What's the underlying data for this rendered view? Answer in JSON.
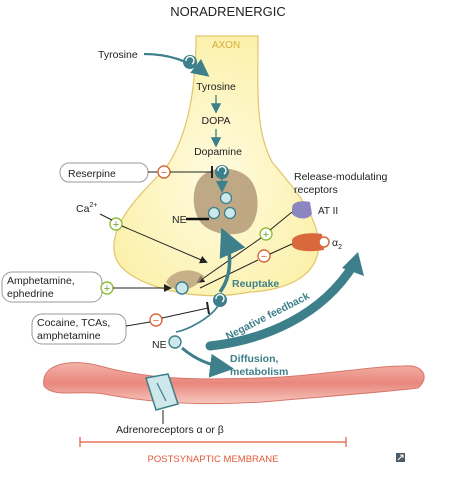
{
  "title": "NORADRENERGIC",
  "axon_label": "AXON",
  "tyrosine_outside": "Tyrosine",
  "pathway": [
    "Tyrosine",
    "DOPA",
    "Dopamine"
  ],
  "drugs": {
    "reserpine": "Reserpine",
    "amphetamine_line1": "Amphetamine,",
    "amphetamine_line2": "ephedrine",
    "cocaine_line1": "Cocaine, TCAs,",
    "cocaine_line2": "amphetamine"
  },
  "calcium": {
    "base": "Ca",
    "sup": "2+"
  },
  "ne_vesicle": "NE",
  "ne_cleft": "NE",
  "receptors": {
    "title_line1": "Release-modulating",
    "title_line2": "receptors",
    "at2": "AT II",
    "alpha_base": "α",
    "alpha_sub": "2"
  },
  "reuptake": "Reuptake",
  "negative_feedback": "Negative feedback",
  "diffusion_line1": "Diffusion,",
  "diffusion_line2": "metabolism",
  "adrenoreceptors": "Adrenoreceptors α or β",
  "postsynaptic": "POSTSYNAPTIC MEMBRANE",
  "symbols": {
    "plus": "+",
    "minus": "−"
  },
  "colors": {
    "terminal_fill": "#fdf6c3",
    "terminal_stroke": "#e2c56a",
    "teal": "#3d7f8a",
    "teal_dark": "#2e6570",
    "orange": "#d9683d",
    "green": "#8dbf3a",
    "vesicle": "#b39a77",
    "membrane": "#e9877d",
    "receptor_purple": "#8c86c0",
    "label_red": "#e05a3a"
  }
}
